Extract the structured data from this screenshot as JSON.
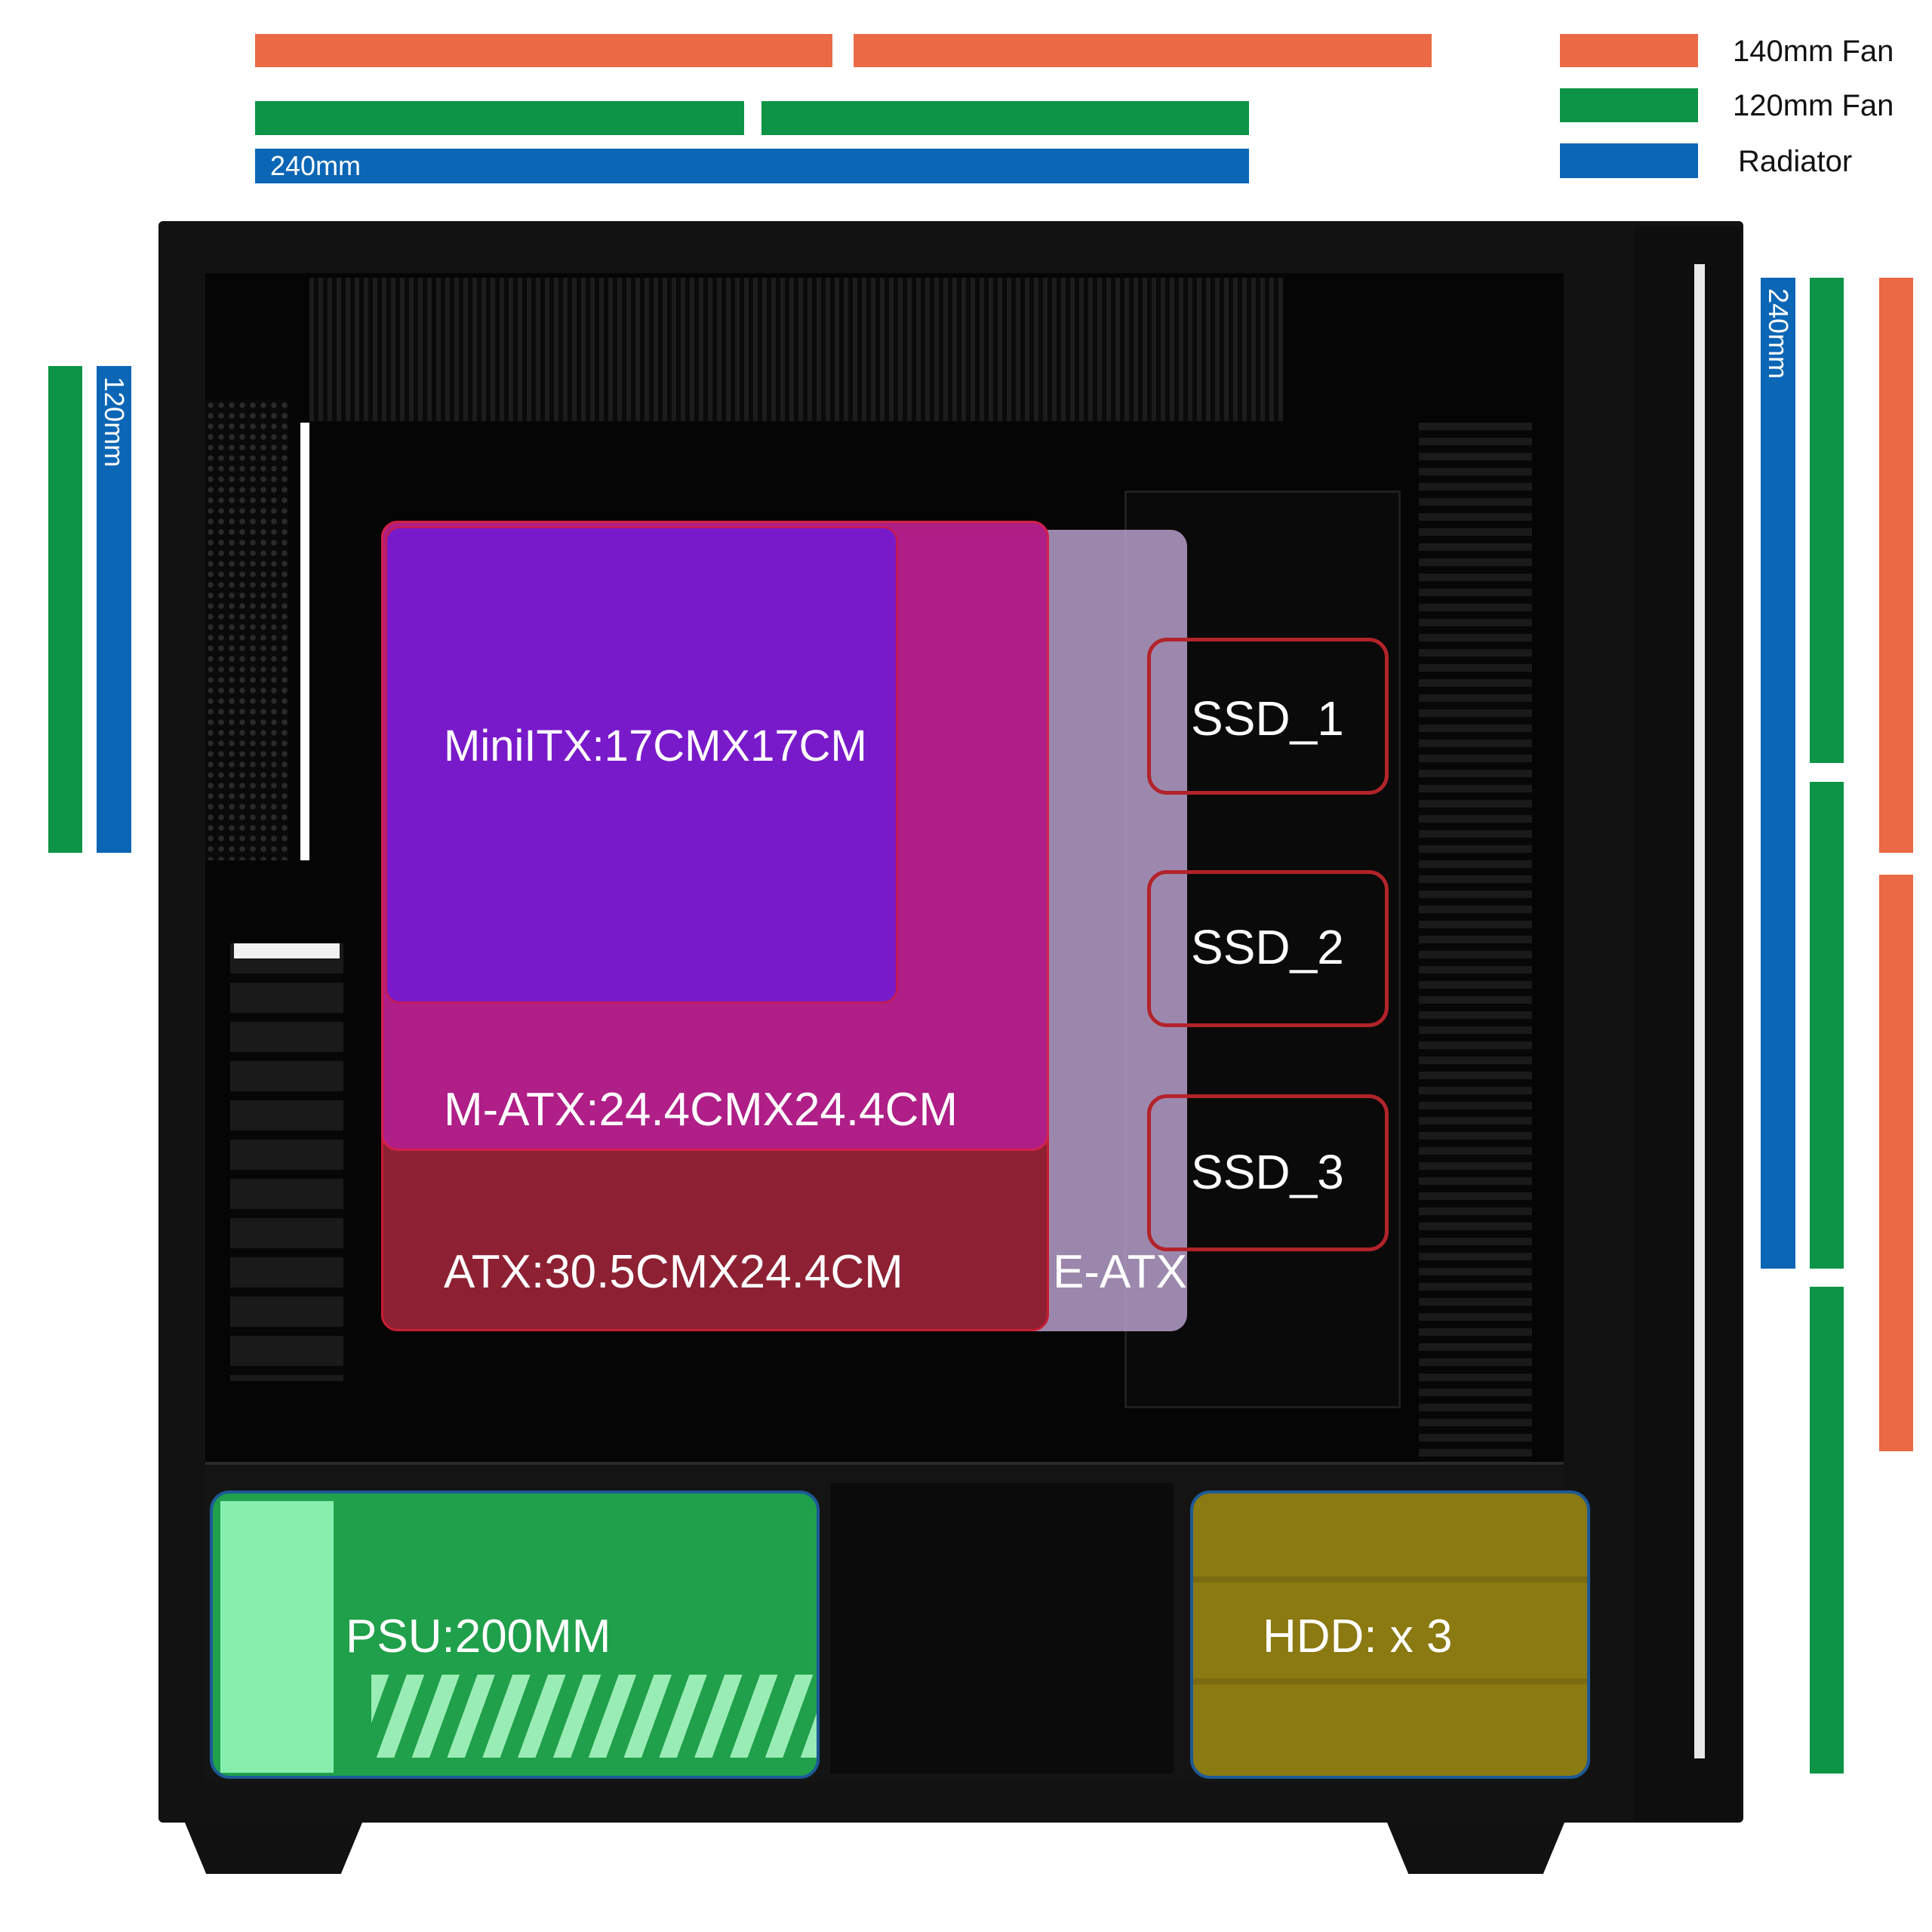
{
  "legend": {
    "items": [
      {
        "label": "140mm Fan",
        "color": "#e96a44"
      },
      {
        "label": "120mm Fan",
        "color": "#0d9446"
      },
      {
        "label": "Radiator",
        "color": "#0b66b6"
      }
    ]
  },
  "top_bars": {
    "radiator_label": "240mm"
  },
  "left_bars": {
    "radiator_label": "120mm"
  },
  "right_bars": {
    "radiator_label": "240mm"
  },
  "motherboard": {
    "mini_itx": "MiniITX:17CMX17CM",
    "m_atx": "M-ATX:24.4CMX24.4CM",
    "atx": "ATX:30.5CMX24.4CM",
    "e_atx": "E-ATX"
  },
  "ssd": [
    "SSD_1",
    "SSD_2",
    "SSD_3"
  ],
  "psu": {
    "label": "PSU:200MM"
  },
  "hdd": {
    "label": "HDD: x 3"
  },
  "colors": {
    "fan_140": "#e96a44",
    "fan_120": "#0d9446",
    "radiator": "#0b66b6",
    "mini_itx": "#7a1bd0",
    "m_atx": "#b52090",
    "atx": "#8a1826",
    "e_atx": "#b9a3c9",
    "psu": "#1ea24a",
    "hdd": "#8f7d12",
    "ssd_border": "#b2232a"
  }
}
